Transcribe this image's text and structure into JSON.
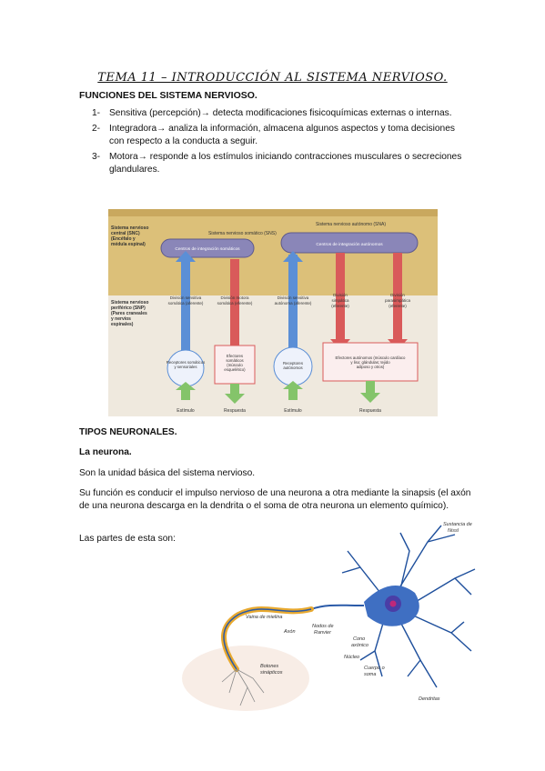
{
  "title": "TEMA 11 – INTRODUCCIÓN AL SISTEMA NERVIOSO.",
  "section1": {
    "heading": "FUNCIONES DEL SISTEMA NERVIOSO.",
    "items": [
      {
        "num": "1-",
        "text": "Sensitiva (percepción)→ detecta modificaciones fisicoquímicas externas o internas."
      },
      {
        "num": "2-",
        "text": "Integradora→ analiza la información, almacena algunos aspectos y toma decisiones con respecto a la conducta a seguir."
      },
      {
        "num": "3-",
        "text": "Motora→ responde a los estímulos iniciando contracciones musculares o secreciones glandulares."
      }
    ]
  },
  "diagram1": {
    "snc_label": "Sistema nervioso central (SNC) (Encéfalo y médula espinal)",
    "snp_label": "Sistema nervioso periférico (SNP) (Pares craneales y nervios espinales)",
    "sns_label": "Sistema nervioso somático (SNS)",
    "sna_label": "Sistema nervioso autónomo (SNA)",
    "center_left": "Centros de integración somáticos",
    "center_right": "Centros de integración autónomos",
    "div1": "División sensitiva somática (aferente)",
    "div2": "División motora somática (eferente)",
    "div3": "División sensitiva autónoma (aferente)",
    "div4": "División simpática (eferente)",
    "div5": "División parasimpática (eferente)",
    "box1": "Receptores somáticos y sensoriales",
    "box2": "Efectores somáticos (músculo esquelético)",
    "box3": "Receptores autónomos",
    "box4": "Efectores autónomos (músculo cardíaco y liso; glándulas; tejido adiposo y otros)",
    "out1": "Estímulo",
    "out2": "Respuesta",
    "out3": "Estímulo",
    "out4": "Respuesta"
  },
  "section2": {
    "heading": "TIPOS NEURONALES.",
    "subheading": "La neurona.",
    "p1": "Son la unidad básica del sistema nervioso.",
    "p2": "Su función es conducir el impulso nervioso de una neurona a otra mediante la sinapsis (el axón de una neurona descarga en la dendrita o el soma de otra neurona un elemento químico).",
    "p3": "Las partes de esta son:"
  },
  "diagram2": {
    "label_nissl": "Sustancia de Nissl",
    "label_vaina": "Vaina de mielina",
    "label_axon": "Axón",
    "label_ranvier": "Nodos de Ranvier",
    "label_cono": "Cono axónico",
    "label_nucleo": "Núcleo",
    "label_cuerpo": "Cuerpo o soma",
    "label_dendritas": "Dendritas",
    "label_botones": "Botones sinápticos"
  },
  "colors": {
    "blue": "#5b8fd6",
    "red": "#d95a5a",
    "green": "#84c46a",
    "band": "#e6cf86",
    "myelin": "#e8a92f"
  }
}
